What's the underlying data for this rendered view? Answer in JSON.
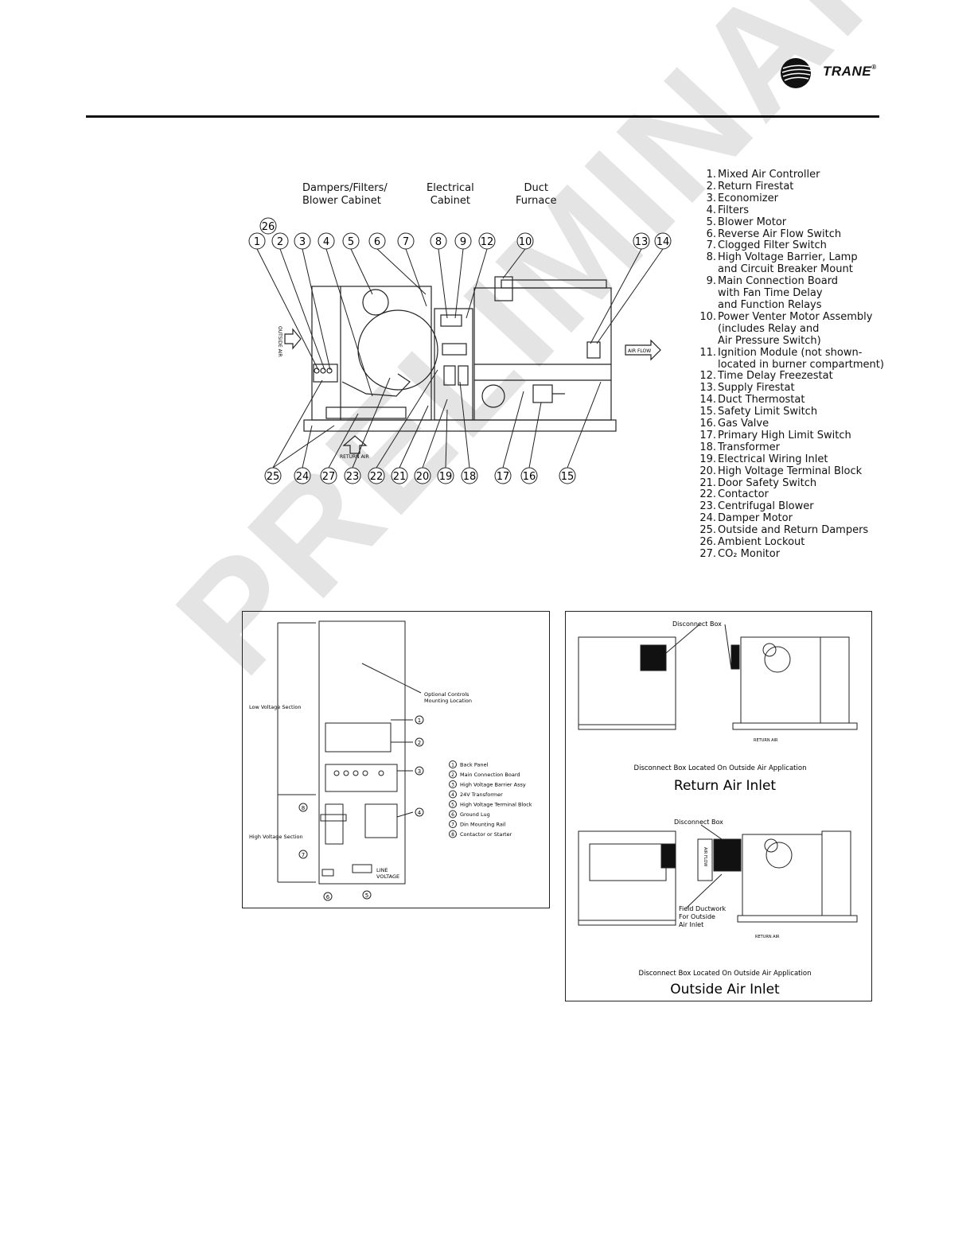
{
  "header": {
    "brand": "TRANE",
    "brand_mark": "®"
  },
  "main_diagram": {
    "cabinet_labels": [
      "Dampers/Filters/\nBlower Cabinet",
      "Electrical\nCabinet",
      "Duct\nFurnace"
    ],
    "callouts_top": [
      "26",
      "1",
      "2",
      "3",
      "4",
      "5",
      "6",
      "7",
      "8",
      "9",
      "12",
      "10",
      "13",
      "14"
    ],
    "callouts_bottom": [
      "25",
      "24",
      "27",
      "23",
      "22",
      "21",
      "20",
      "19",
      "18",
      "17",
      "16",
      "15"
    ],
    "side_labels": {
      "outside_air": "OUTSIDE AIR",
      "air_flow": "AIR FLOW",
      "return_air": "RETURN AIR"
    }
  },
  "legend": [
    {
      "num": "1.",
      "lines": [
        "Mixed Air Controller"
      ]
    },
    {
      "num": "2.",
      "lines": [
        "Return Firestat"
      ]
    },
    {
      "num": "3.",
      "lines": [
        "Economizer"
      ]
    },
    {
      "num": "4.",
      "lines": [
        "Filters"
      ]
    },
    {
      "num": "5.",
      "lines": [
        "Blower Motor"
      ]
    },
    {
      "num": "6.",
      "lines": [
        "Reverse Air Flow Switch"
      ]
    },
    {
      "num": "7.",
      "lines": [
        "Clogged Filter Switch"
      ]
    },
    {
      "num": "8.",
      "lines": [
        "High Voltage Barrier, Lamp",
        "and Circuit Breaker Mount"
      ]
    },
    {
      "num": "9.",
      "lines": [
        "Main Connection Board",
        "with Fan Time Delay",
        "and Function Relays"
      ]
    },
    {
      "num": "10.",
      "lines": [
        "Power Venter Motor Assembly",
        "(includes Relay and",
        "Air Pressure Switch)"
      ]
    },
    {
      "num": "11.",
      "lines": [
        "Ignition Module (not shown-",
        "located in burner compartment)"
      ]
    },
    {
      "num": "12.",
      "lines": [
        "Time Delay Freezestat"
      ]
    },
    {
      "num": "13.",
      "lines": [
        "Supply Firestat"
      ]
    },
    {
      "num": "14.",
      "lines": [
        "Duct Thermostat"
      ]
    },
    {
      "num": "15.",
      "lines": [
        "Safety Limit Switch"
      ]
    },
    {
      "num": "16.",
      "lines": [
        "Gas Valve"
      ]
    },
    {
      "num": "17.",
      "lines": [
        "Primary High Limit Switch"
      ]
    },
    {
      "num": "18.",
      "lines": [
        "Transformer"
      ]
    },
    {
      "num": "19.",
      "lines": [
        "Electrical Wiring Inlet"
      ]
    },
    {
      "num": "20.",
      "lines": [
        "High Voltage Terminal Block"
      ]
    },
    {
      "num": "21.",
      "lines": [
        "Door Safety Switch"
      ]
    },
    {
      "num": "22.",
      "lines": [
        "Contactor"
      ]
    },
    {
      "num": "23.",
      "lines": [
        "Centrifugal Blower"
      ]
    },
    {
      "num": "24.",
      "lines": [
        "Damper Motor"
      ]
    },
    {
      "num": "25.",
      "lines": [
        "Outside and Return Dampers"
      ]
    },
    {
      "num": "26.",
      "lines": [
        "Ambient Lockout"
      ]
    },
    {
      "num": "27.",
      "lines": [
        "CO₂ Monitor"
      ]
    }
  ],
  "electrical_panel": {
    "low_voltage_label": "Low Voltage Section",
    "high_voltage_label": "High Voltage Section",
    "optional_controls": [
      "Optional Controls",
      "Mounting Location"
    ],
    "line_voltage": [
      "LINE",
      "VOLTAGE"
    ],
    "items": [
      {
        "num": "1",
        "text": "Back Panel"
      },
      {
        "num": "2",
        "text": "Main Connection Board"
      },
      {
        "num": "3",
        "text": "High Voltage Barrier Assy"
      },
      {
        "num": "4",
        "text": "24V Transformer"
      },
      {
        "num": "5",
        "text": "High Voltage Terminal Block"
      },
      {
        "num": "6",
        "text": "Ground Lug"
      },
      {
        "num": "7",
        "text": "Din Mounting Rail"
      },
      {
        "num": "8",
        "text": "Contactor or Starter"
      }
    ]
  },
  "disconnect_panel": {
    "top_label": "Disconnect Box",
    "top_caption": "Disconnect Box Located On Outside Air Application",
    "top_title": "Return Air Inlet",
    "bottom_label": "Disconnect Box",
    "field_ductwork": [
      "Field Ductwork",
      "For Outside",
      "Air Inlet"
    ],
    "bottom_caption": "Disconnect Box Located On Outside Air Application",
    "bottom_title": "Outside Air Inlet",
    "return_air_tag": "RETURN AIR",
    "air_flow_tag": "AIR FLOW"
  },
  "watermark": "PRELIMINARY"
}
